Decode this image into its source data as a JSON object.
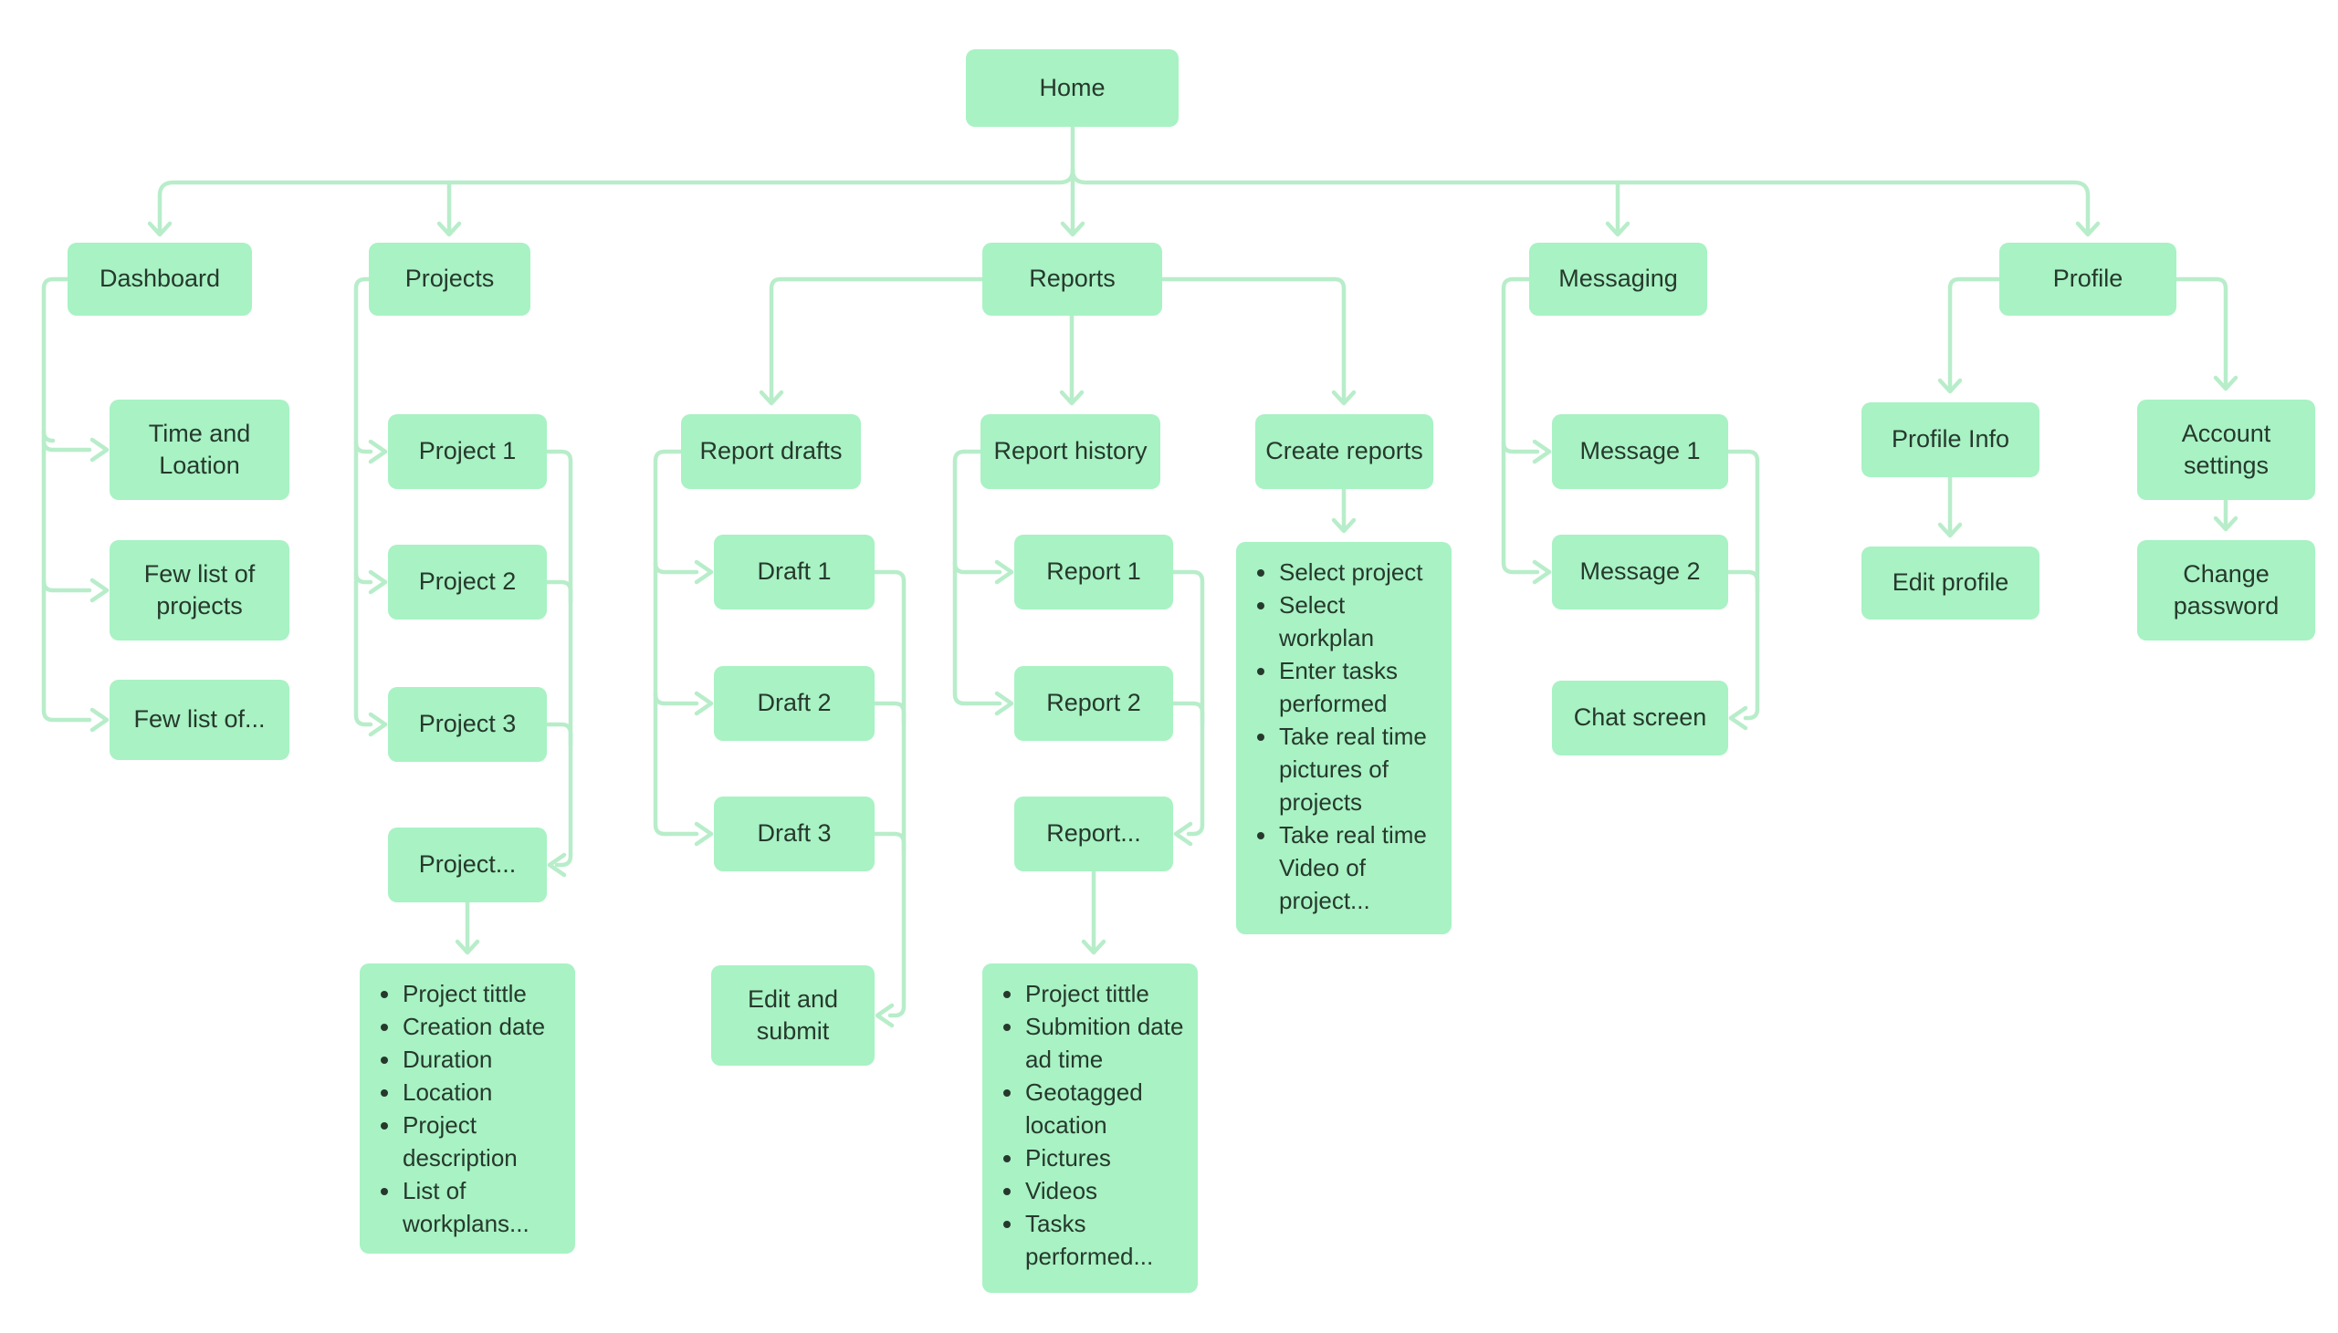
{
  "diagram": {
    "colors": {
      "background": "#ffffff",
      "node_fill": "#a8f2c4",
      "connector": "#b8edca",
      "text": "#26392c"
    },
    "nodes": {
      "home": "Home",
      "dashboard": "Dashboard",
      "time_location": "Time and Loation",
      "few_list_projects": "Few list of projects",
      "few_list_of": "Few list of...",
      "projects": "Projects",
      "project1": "Project 1",
      "project2": "Project 2",
      "project3": "Project 3",
      "project_more": "Project...",
      "reports": "Reports",
      "report_drafts": "Report drafts",
      "draft1": "Draft 1",
      "draft2": "Draft 2",
      "draft3": "Draft 3",
      "edit_submit": "Edit and submit",
      "report_history": "Report history",
      "report1": "Report 1",
      "report2": "Report 2",
      "report_more": "Report...",
      "create_reports": "Create reports",
      "messaging": "Messaging",
      "message1": "Message 1",
      "message2": "Message 2",
      "chat_screen": "Chat screen",
      "profile": "Profile",
      "profile_info": "Profile Info",
      "account_settings": "Account settings",
      "edit_profile": "Edit profile",
      "change_password": "Change password"
    },
    "lists": {
      "project_details": [
        "Project tittle",
        "Creation date",
        "Duration",
        "Location",
        "Project description",
        "List of workplans..."
      ],
      "report_details": [
        "Project tittle",
        "Submition date ad time",
        "Geotagged location",
        "Pictures",
        "Videos",
        "Tasks performed..."
      ],
      "create_report_steps": [
        "Select project",
        "Select workplan",
        "Enter tasks performed",
        "Take real time pictures of projects",
        "Take real time Video of project..."
      ]
    }
  }
}
